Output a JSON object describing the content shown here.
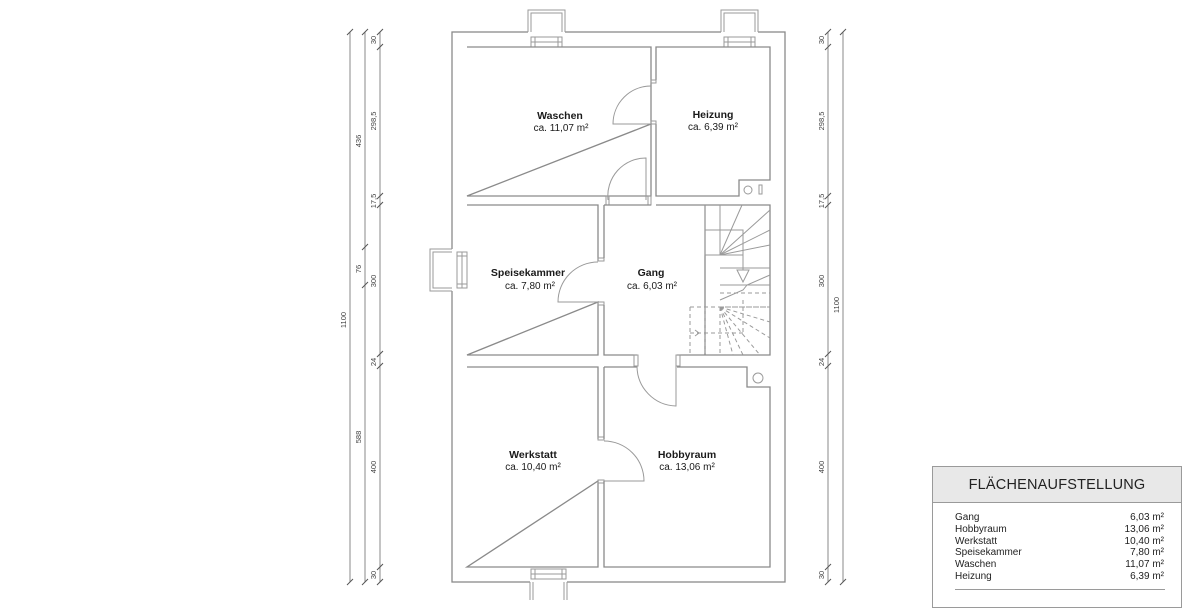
{
  "plan": {
    "rooms": [
      {
        "name": "Waschen",
        "area": "ca. 11,07 m²"
      },
      {
        "name": "Heizung",
        "area": "ca. 6,39 m²"
      },
      {
        "name": "Speisekammer",
        "area": "ca. 7,80 m²"
      },
      {
        "name": "Gang",
        "area": "ca. 6,03 m²"
      },
      {
        "name": "Werkstatt",
        "area": "ca. 10,40 m²"
      },
      {
        "name": "Hobbyraum",
        "area": "ca. 13,06 m²"
      }
    ],
    "dimensions": {
      "left_outer": {
        "total": "1100"
      },
      "left_middle": [
        "436",
        "76",
        "588"
      ],
      "left_inner": [
        "30",
        "298,5",
        "17,5",
        "300",
        "24",
        "400",
        "30"
      ],
      "right_inner": [
        "30",
        "298,5",
        "17,5",
        "300",
        "24",
        "400",
        "30"
      ],
      "right_outer": {
        "total": "1100"
      }
    }
  },
  "legend": {
    "title": "FLÄCHENAUFSTELLUNG",
    "rows": [
      {
        "name": "Gang",
        "area": "6,03 m²"
      },
      {
        "name": "Hobbyraum",
        "area": "13,06 m²"
      },
      {
        "name": "Werkstatt",
        "area": "10,40 m²"
      },
      {
        "name": "Speisekammer",
        "area": "7,80 m²"
      },
      {
        "name": "Waschen",
        "area": "11,07 m²"
      },
      {
        "name": "Heizung",
        "area": "6,39 m²"
      }
    ]
  }
}
